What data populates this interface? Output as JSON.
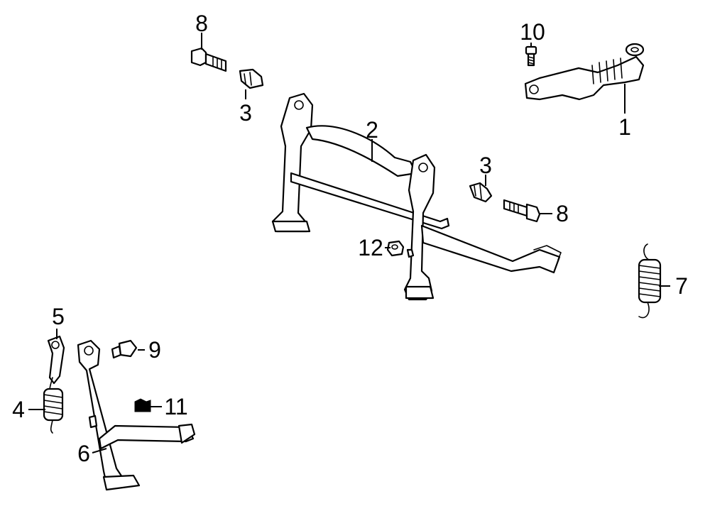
{
  "callouts": {
    "c1": "1",
    "c2": "2",
    "c3a": "3",
    "c3b": "3",
    "c4": "4",
    "c5": "5",
    "c6": "6",
    "c7": "7",
    "c8a": "8",
    "c8b": "8",
    "c9": "9",
    "c10": "10",
    "c11": "11",
    "c12": "12"
  }
}
